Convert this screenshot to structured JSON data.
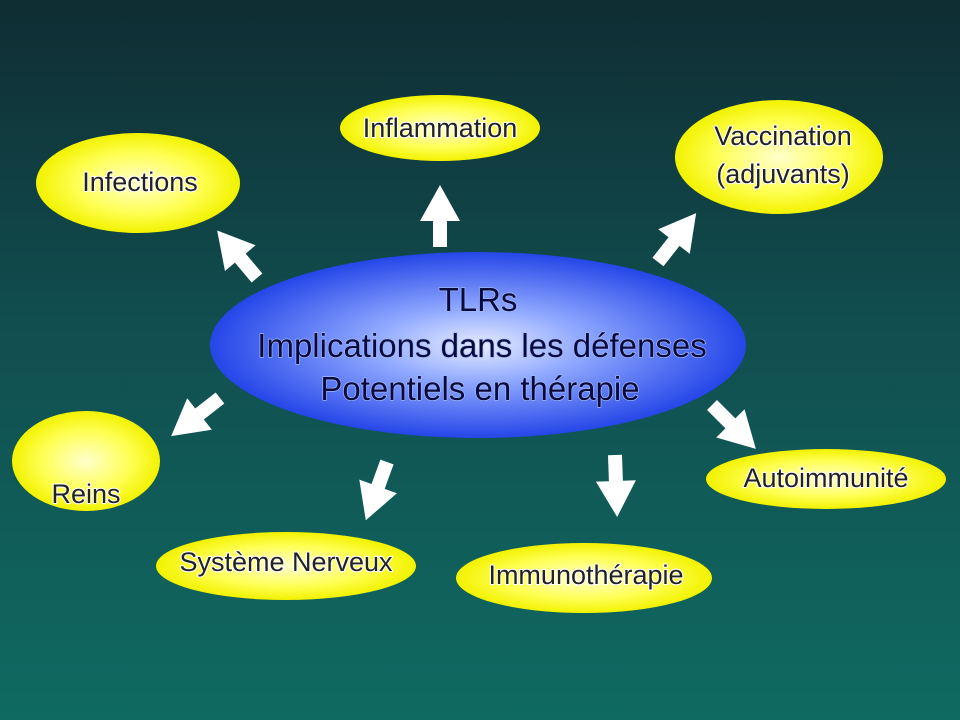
{
  "center": {
    "lines": [
      "TLRs",
      "Implications dans les  défenses",
      "Potentiels en thérapie"
    ]
  },
  "nodes": [
    {
      "id": "inflammation",
      "lines": [
        "Inflammation"
      ]
    },
    {
      "id": "vaccination",
      "lines": [
        "Vaccination",
        "(adjuvants)"
      ]
    },
    {
      "id": "infections",
      "lines": [
        "Infections"
      ]
    },
    {
      "id": "reins",
      "lines": [
        "Reins"
      ]
    },
    {
      "id": "autoimmunite",
      "lines": [
        "Autoimmunité"
      ]
    },
    {
      "id": "systeme-nerveux",
      "lines": [
        "Système Nerveux"
      ]
    },
    {
      "id": "immunotherapie",
      "lines": [
        "Immunothérapie"
      ]
    }
  ],
  "colors": {
    "node_fill": "#ffff33",
    "node_highlight": "#ffffcc",
    "center_fill": "#3355ee",
    "center_highlight": "#e6ecff",
    "arrow_fill": "#ffffff"
  }
}
